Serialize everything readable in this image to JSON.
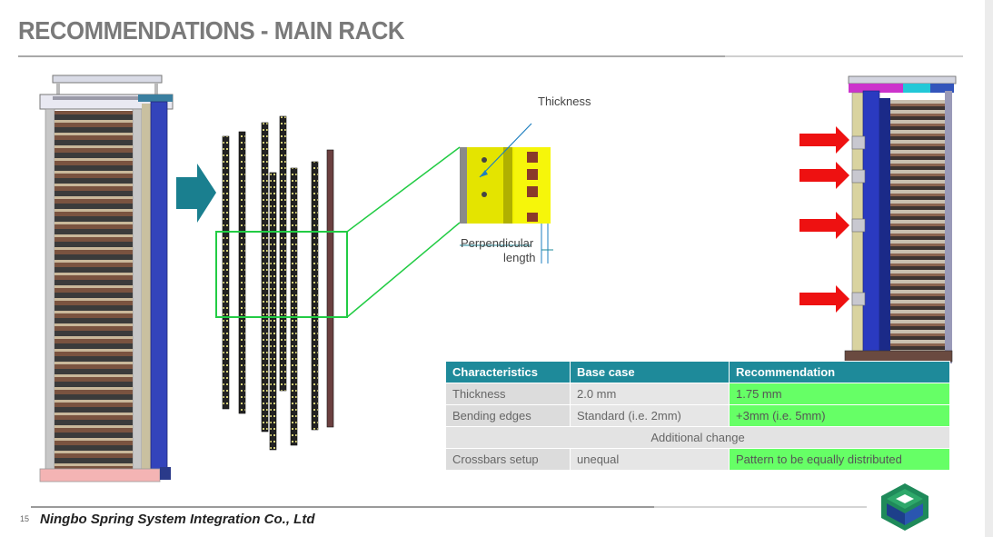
{
  "slide": {
    "title": "RECOMMENDATIONS - MAIN RACK",
    "page_number": "15",
    "company": "Ningbo Spring System Integration Co., Ltd"
  },
  "annotations": {
    "thickness": "Thickness",
    "perpendicular_line1": "Perpendicular",
    "perpendicular_line2": "length"
  },
  "table": {
    "headers": [
      "Characteristics",
      "Base case",
      "Recommendation"
    ],
    "rows": [
      [
        "Thickness",
        "2.0 mm",
        "1.75 mm"
      ],
      [
        "Bending edges",
        "Standard (i.e. 2mm)",
        "+3mm (i.e. 5mm)"
      ]
    ],
    "section_label": "Additional change",
    "extra_row": [
      "Crossbars setup",
      "unequal",
      "Pattern to be equally distributed"
    ]
  },
  "colors": {
    "header_bg": "#1e8a9a",
    "recommendation_bg": "#66ff66",
    "title_color": "#7a7a7a",
    "arrow_teal": "#1a7f8f",
    "callout_green": "#22cc44",
    "indicator_red": "#ee1111"
  }
}
